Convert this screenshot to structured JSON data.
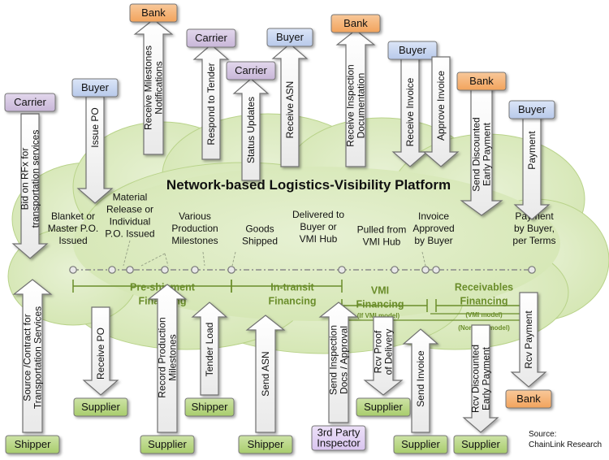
{
  "title": "Network-based Logistics-Visibility Platform",
  "source": [
    "Source:",
    "ChainLink Research"
  ],
  "colors": {
    "cloud": "#d4e6b2",
    "cloud_edge": "#b9d38a",
    "buyer_box": "#b8c9ea",
    "bank_box": "#f2a35c",
    "carrier_box": "#c8b6d8",
    "supplier_box": "#a8cc6c",
    "inspector_box": "#d9c5ef",
    "phase_green": "#6a8d2a",
    "timeline": "#8a8a8a"
  },
  "milestones": [
    [
      "Blanket or",
      "Master P.O.",
      "Issued"
    ],
    [
      "Material",
      "Release or",
      "Individual",
      "P.O. Issued"
    ],
    [
      "Various",
      "Production",
      "Milestones"
    ],
    [
      "Goods",
      "Shipped"
    ],
    [
      "Delivered to",
      "Buyer or",
      "VMI Hub"
    ],
    [
      "Pulled from",
      "VMI Hub"
    ],
    [
      "Invoice",
      "Approved",
      "by Buyer"
    ],
    [
      "Payment",
      "by Buyer,",
      "per Terms"
    ]
  ],
  "phases": [
    [
      "Pre-shipment",
      "Financing"
    ],
    [
      "In-transit",
      "Financing"
    ],
    [
      "VMI",
      "Financing"
    ],
    [
      "Receivables",
      "Financing"
    ]
  ],
  "phase_notes": {
    "vmi": "(If VMI model)",
    "vmi_model": "(VMI model)",
    "non_vmi": "(Non-VMI model)"
  },
  "top_actors": [
    {
      "party": "Carrier",
      "activity": [
        "Bid on RFx for",
        "transportation services"
      ]
    },
    {
      "party": "Buyer",
      "activity": [
        "Issue PO"
      ]
    },
    {
      "party": "Bank",
      "activity": [
        "Receive Milestones",
        "Notifications"
      ]
    },
    {
      "party": "Carrier",
      "activity": [
        "Respond to Tender"
      ]
    },
    {
      "party": "Carrier",
      "activity": [
        "Status Updates"
      ]
    },
    {
      "party": "Buyer",
      "activity": [
        "Receive ASN"
      ]
    },
    {
      "party": "Bank",
      "activity": [
        "Receive Inspection",
        "Documentation"
      ]
    },
    {
      "party": "Buyer",
      "activity": [
        "Receive Invoice"
      ]
    },
    {
      "party": "Buyer",
      "activity": [
        "Approve Invoice"
      ]
    },
    {
      "party": "Bank",
      "activity": [
        "Send Discounted",
        "Early Payment"
      ]
    },
    {
      "party": "Buyer",
      "activity": [
        "Payment"
      ]
    }
  ],
  "bottom_actors": [
    {
      "party": "Shipper",
      "activity": [
        "Source /Contract for",
        "Transportation Services"
      ]
    },
    {
      "party": "Supplier",
      "activity": [
        "Receive PO"
      ]
    },
    {
      "party": "Supplier",
      "activity": [
        "Record Production",
        "Milestones"
      ]
    },
    {
      "party": "Shipper",
      "activity": [
        "Tender Load"
      ]
    },
    {
      "party": "Shipper",
      "activity": [
        "Send ASN"
      ]
    },
    {
      "party": [
        "3rd Party",
        "Inspector"
      ],
      "activity": [
        "Send Inspection",
        "Docs / Approval"
      ]
    },
    {
      "party": "Supplier",
      "activity": [
        "Rcv Proof",
        "of Delivery"
      ]
    },
    {
      "party": "Supplier",
      "activity": [
        "Send Invoice"
      ]
    },
    {
      "party": "Supplier",
      "activity": [
        "Rcv Discounted",
        "Early Payment"
      ]
    },
    {
      "party": "Bank",
      "activity": [
        "Rcv Payment"
      ]
    }
  ]
}
